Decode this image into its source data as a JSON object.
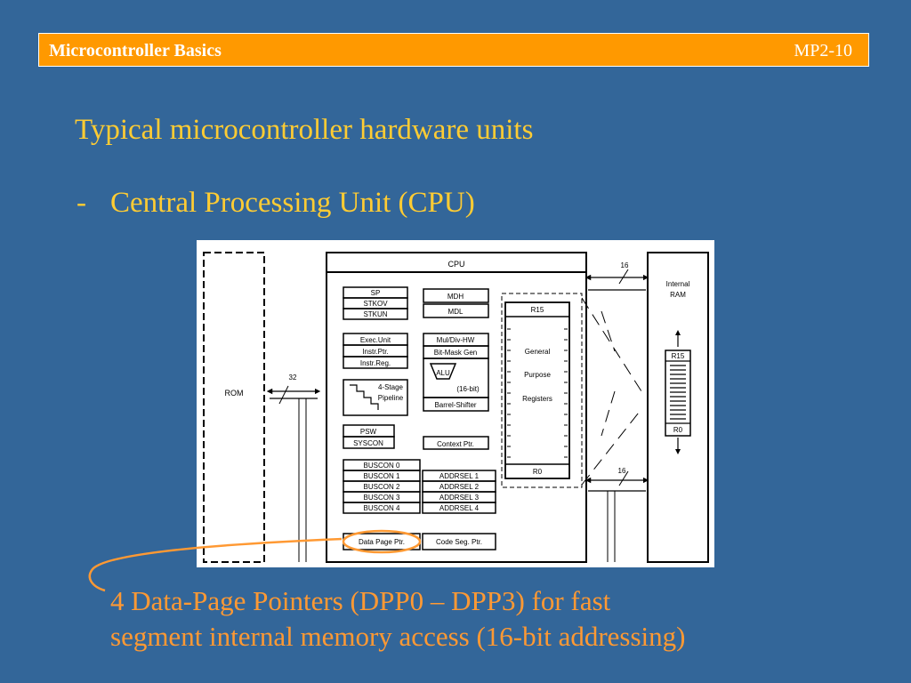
{
  "header": {
    "title": "Microcontroller Basics",
    "slide_number": "MP2-10"
  },
  "heading": "Typical microcontroller hardware units",
  "bullet": {
    "marker": "-",
    "text": "Central Processing Unit (CPU)"
  },
  "diagram": {
    "cpu_label": "CPU",
    "rom_label": "ROM",
    "bus_rom_width": "32",
    "bus_top_width": "16",
    "bus_bottom_width": "16",
    "internal_ram_label": [
      "Internal",
      "RAM"
    ],
    "ram_r15": "R15",
    "ram_r0": "R0",
    "stack_regs": [
      "SP",
      "STKOV",
      "STKUN"
    ],
    "md_regs": [
      "MDH",
      "MDL"
    ],
    "exec_regs": [
      "Exec.Unit",
      "Instr.Ptr.",
      "Instr.Reg."
    ],
    "mul_unit": [
      "Mul/Div-HW",
      "Bit-Mask Gen"
    ],
    "alu_label": "ALU",
    "alu_width": "(16-bit)",
    "barrel_shifter": "Barrel-Shifter",
    "pipeline": [
      "4-Stage",
      "Pipeline"
    ],
    "status_regs": [
      "PSW",
      "SYSCON"
    ],
    "context_ptr": "Context Ptr.",
    "gpr_top": "R15",
    "gpr_bottom": "R0",
    "gpr_label": [
      "General",
      "Purpose",
      "Registers"
    ],
    "buscon": [
      "BUSCON 0",
      "BUSCON 1",
      "BUSCON 2",
      "BUSCON 3",
      "BUSCON 4"
    ],
    "addrsel": [
      "ADDRSEL 1",
      "ADDRSEL 2",
      "ADDRSEL 3",
      "ADDRSEL 4"
    ],
    "data_page_ptr": "Data Page Ptr.",
    "code_seg_ptr": "Code Seg. Ptr."
  },
  "callout": {
    "line1": "4 Data-Page Pointers (DPP0 – DPP3) for fast",
    "line2": "segment internal memory access (16-bit addressing)"
  },
  "colors": {
    "background": "#336699",
    "header": "#ff9900",
    "text": "#ffcc33",
    "callout": "#ff9933"
  }
}
